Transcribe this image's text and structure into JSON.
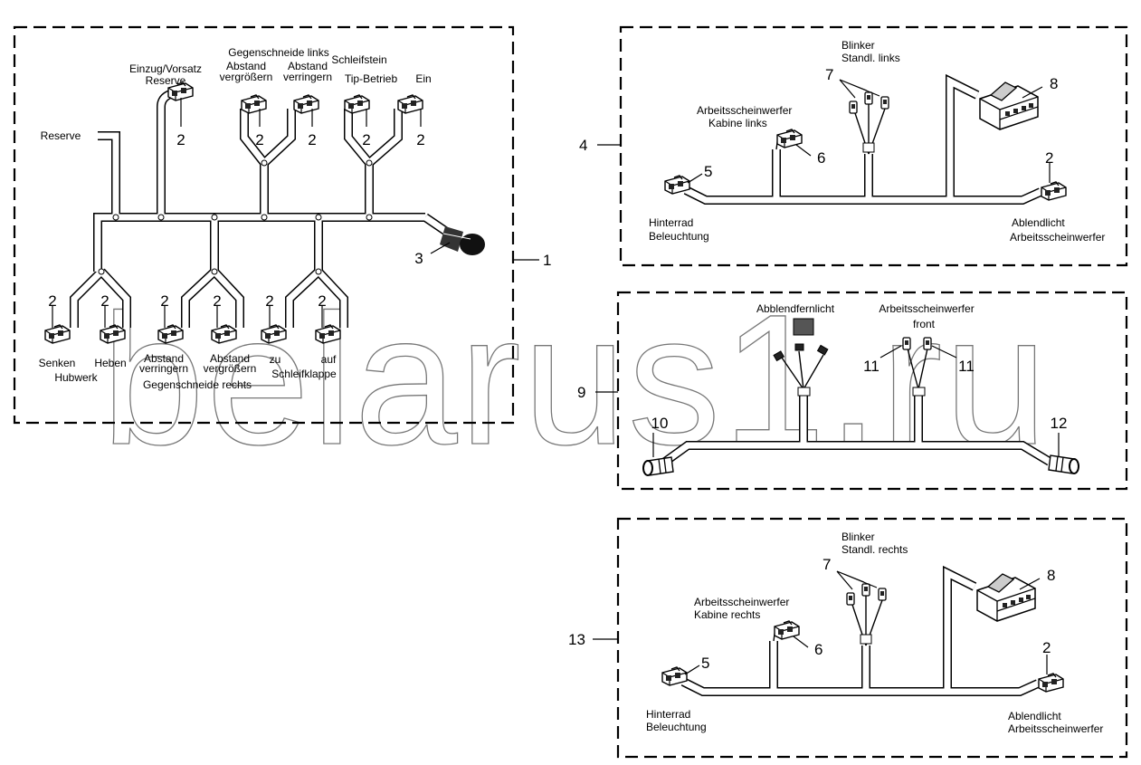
{
  "watermark": "belarus1.ru",
  "group1": {
    "ref": "1",
    "top_labels": {
      "einzug": "Einzug/Vorsatz",
      "einzug_reserve": "Reserve",
      "gegen_links": "Gegenschneide links",
      "abstand1": "Abstand",
      "vergroessern1": "vergrößern",
      "abstand2": "Abstand",
      "verringern2": "verringern",
      "schleifstein": "Schleifstein",
      "tip": "Tip-Betrieb",
      "ein": "Ein",
      "reserve": "Reserve"
    },
    "bottom_labels": {
      "senken": "Senken",
      "heben": "Heben",
      "hubwerk": "Hubwerk",
      "abstand3": "Abstand",
      "verringern3": "verringern",
      "abstand4": "Abstand",
      "vergroessern4": "vergrößern",
      "zu": "zu",
      "auf": "auf",
      "schleifklappe": "Schleifklappe",
      "gegen_rechts": "Gegenschneide rechts"
    },
    "connector_ref": "2",
    "plug_ref": "3"
  },
  "group4": {
    "ref": "4",
    "blinker": "Blinker",
    "standl": "Standl. links",
    "ref7": "7",
    "ref8": "8",
    "aw": "Arbeitsscheinwerfer",
    "kabine": "Kabine links",
    "ref6": "6",
    "ref5": "5",
    "ref2": "2",
    "hinterrad": "Hinterrad",
    "beleuchtung": "Beleuchtung",
    "ablendlicht": "Ablendlicht",
    "aw2": "Arbeitsscheinwerfer"
  },
  "group9": {
    "ref": "9",
    "abblend": "Abblendfernlicht",
    "aw": "Arbeitsscheinwerfer",
    "front": "front",
    "ref11": "11",
    "ref10": "10",
    "ref12": "12"
  },
  "group13": {
    "ref": "13",
    "blinker": "Blinker",
    "standl": "Standl. rechts",
    "ref7": "7",
    "ref8": "8",
    "aw": "Arbeitsscheinwerfer",
    "kabine": "Kabine rechts",
    "ref6": "6",
    "ref5": "5",
    "ref2": "2",
    "hinterrad": "Hinterrad",
    "beleuchtung": "Beleuchtung",
    "ablendlicht": "Ablendlicht",
    "aw2": "Arbeitsscheinwerfer"
  }
}
